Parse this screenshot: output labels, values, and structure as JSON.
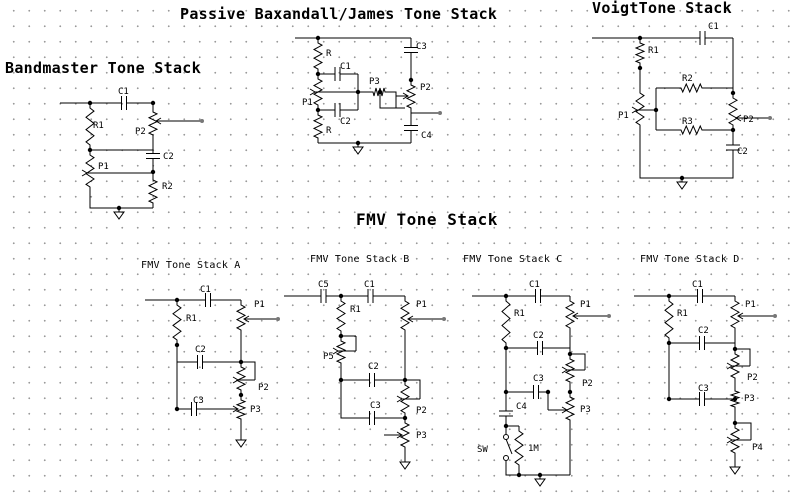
{
  "titles": {
    "passive": "Passive Baxandall/James Tone Stack",
    "voigt": "VoigtTone Stack",
    "bandmaster": "Bandmaster Tone Stack",
    "fmv": "FMV Tone Stack",
    "fmv_a": "FMV Tone Stack A",
    "fmv_b": "FMV Tone Stack B",
    "fmv_c": "FMV Tone Stack C",
    "fmv_d": "FMV Tone Stack D"
  },
  "labels": {
    "bandmaster": [
      "C1",
      "R1",
      "P2",
      "C2",
      "P1",
      "R2"
    ],
    "passive": [
      "C3",
      "R",
      "C1",
      "P3",
      "P1",
      "C2",
      "P2",
      "R",
      "C4"
    ],
    "voigt": [
      "C1",
      "R1",
      "R2",
      "P1",
      "R3",
      "P2",
      "C2"
    ],
    "fmv_a": [
      "C1",
      "P1",
      "R1",
      "C2",
      "P2",
      "C3",
      "P3"
    ],
    "fmv_b": [
      "C5",
      "C1",
      "P1",
      "R1",
      "P5",
      "C2",
      "C3",
      "P2",
      "P3"
    ],
    "fmv_c": [
      "C1",
      "P1",
      "R1",
      "C2",
      "C3",
      "P2",
      "C4",
      "P3",
      "SW",
      "1M"
    ],
    "fmv_d": [
      "C1",
      "P1",
      "R1",
      "C2",
      "P2",
      "C3",
      "P3",
      "P4"
    ]
  }
}
